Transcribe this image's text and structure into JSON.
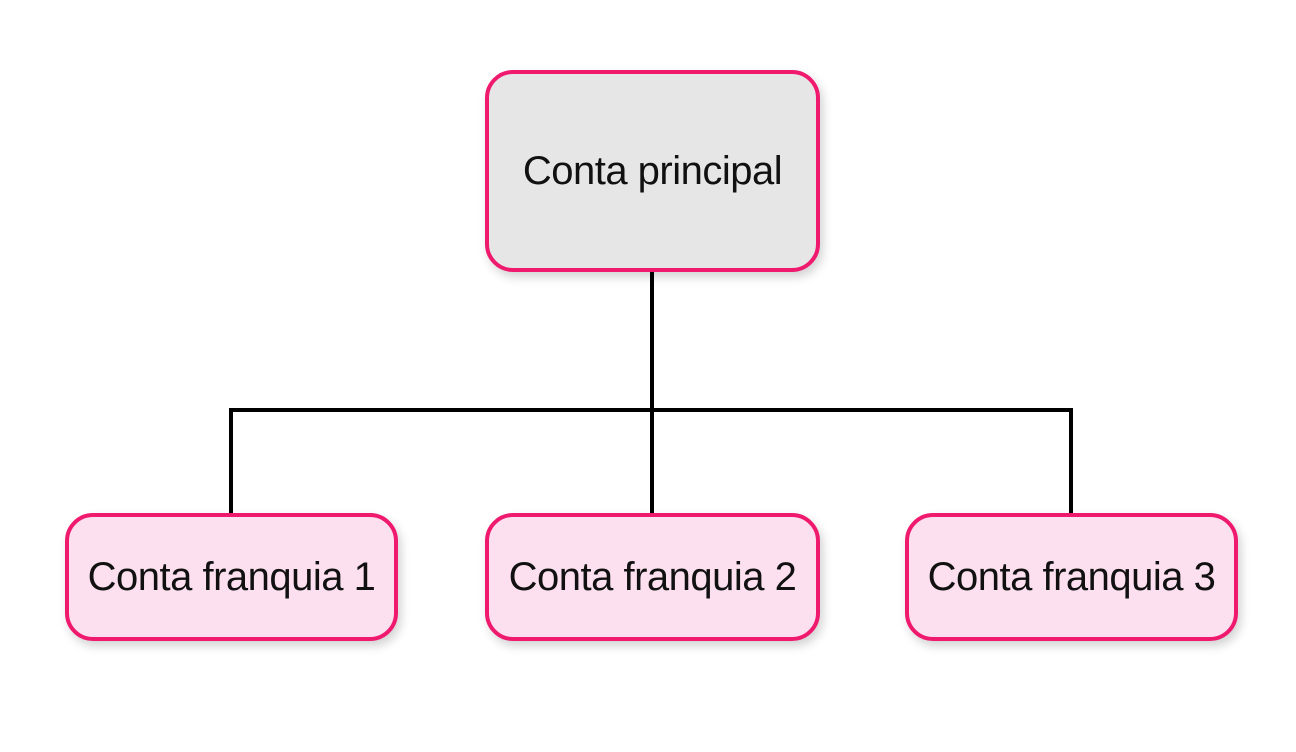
{
  "diagram": {
    "type": "org-tree",
    "colors": {
      "background": "#ffffff",
      "connector_line": "#000000",
      "node_border": "#ef1a6e",
      "root_fill": "#e6e6e6",
      "child_fill": "#fce0ef",
      "text": "#111111"
    },
    "root": {
      "label": "Conta principal"
    },
    "children": [
      {
        "label": "Conta franquia 1"
      },
      {
        "label": "Conta franquia 2"
      },
      {
        "label": "Conta franquia 3"
      }
    ]
  }
}
